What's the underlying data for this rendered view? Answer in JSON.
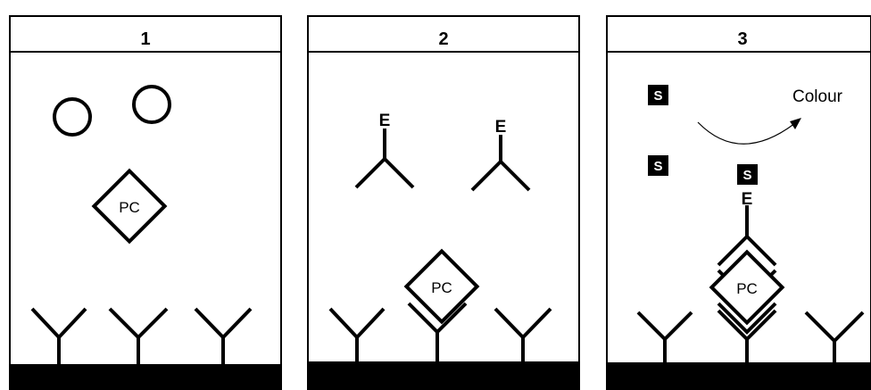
{
  "panels": [
    {
      "number": "1",
      "antigen_label": "PC"
    },
    {
      "number": "2",
      "antigen_label": "PC",
      "enzyme_label": "E"
    },
    {
      "number": "3",
      "antigen_label": "PC",
      "enzyme_label": "E",
      "substrate_label": "S",
      "product_label": "Colour"
    }
  ]
}
